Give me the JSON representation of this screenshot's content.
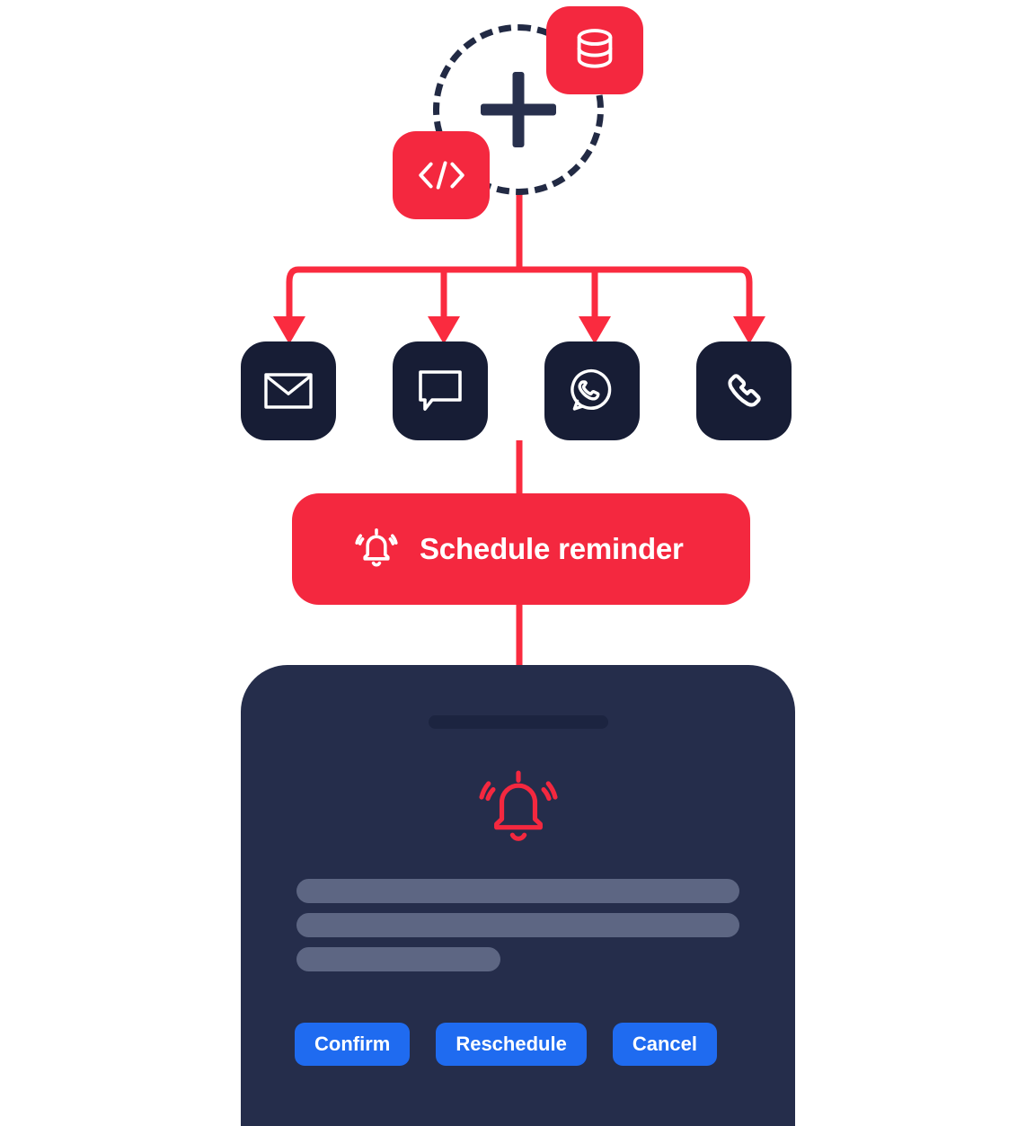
{
  "diagram": {
    "title": "Schedule reminder multichannel flow",
    "colors": {
      "accent_red": "#f4283f",
      "dark_navy_tile": "#171d35",
      "phone_body": "#252d4b",
      "phone_speaker": "#1c2440",
      "skeleton": "#5d6683",
      "button_blue": "#1f6bf0",
      "plus_navy": "#28304d",
      "white": "#ffffff"
    }
  },
  "source": {
    "node_icon": "plus-icon",
    "badges": [
      {
        "icon": "database-icon",
        "name": "badge-database"
      },
      {
        "icon": "code-icon",
        "name": "badge-code"
      }
    ]
  },
  "channels": [
    {
      "icon": "envelope-icon",
      "name": "channel-email"
    },
    {
      "icon": "chat-bubble-icon",
      "name": "channel-chat"
    },
    {
      "icon": "whatsapp-icon",
      "name": "channel-whatsapp"
    },
    {
      "icon": "phone-handset-icon",
      "name": "channel-voice"
    }
  ],
  "banner": {
    "icon": "ringing-bell-icon",
    "label": "Schedule reminder"
  },
  "phone": {
    "notification_icon": "ringing-bell-icon",
    "skeleton_lines": [
      {
        "width": "full"
      },
      {
        "width": "full"
      },
      {
        "width": "short"
      }
    ],
    "actions": [
      {
        "label": "Confirm",
        "name": "confirm-button"
      },
      {
        "label": "Reschedule",
        "name": "reschedule-button"
      },
      {
        "label": "Cancel",
        "name": "cancel-button"
      }
    ]
  }
}
